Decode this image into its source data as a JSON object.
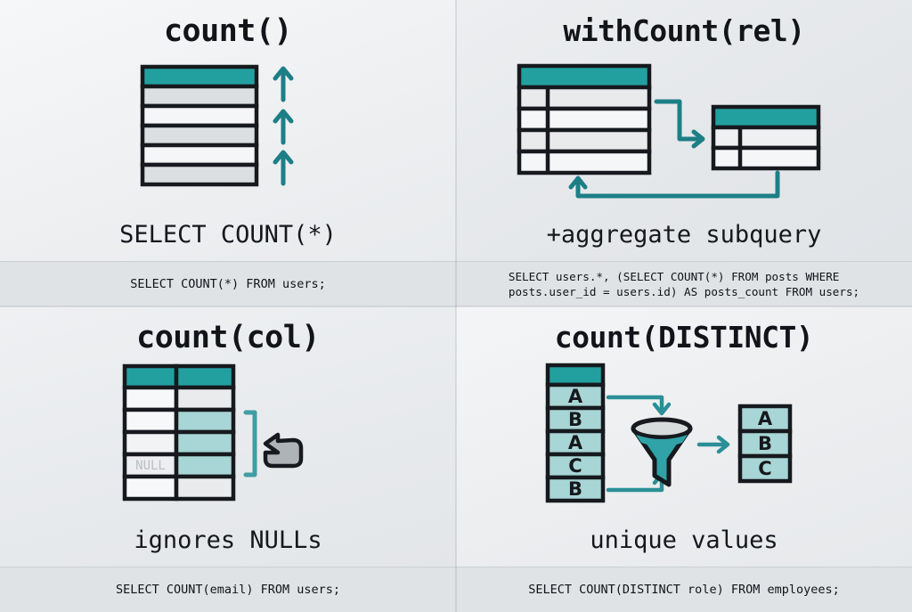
{
  "colors": {
    "teal_header": "#22a0a0",
    "teal_light": "#a8d5d5",
    "teal_arrow": "#1d7f86",
    "outline": "#16191d",
    "row_light": "#f4f6f7",
    "row_gray": "#dcdfe1",
    "panel_bg": "#eceef0",
    "codebar_bg": "#dfe3e5",
    "hand_gray": "#adb3b7",
    "null_text": "#b9bec2"
  },
  "panels": [
    {
      "id": "count-all",
      "title": "count()",
      "subtitle": "SELECT COUNT(*)",
      "code": "SELECT COUNT(*) FROM users;",
      "diagram": {
        "kind": "single-table-with-arrows",
        "table": {
          "header_row": true,
          "rows": [
            "",
            "",
            "",
            "",
            ""
          ],
          "row_fills": [
            "gray",
            "light",
            "gray",
            "light",
            "gray"
          ]
        },
        "arrows": {
          "count": 3,
          "direction": "up"
        }
      }
    },
    {
      "id": "with-count-rel",
      "title": "withCount(rel)",
      "subtitle": "+aggregate subquery",
      "code": "SELECT users.*, (SELECT COUNT(*) FROM posts WHERE\nposts.user_id = users.id) AS posts_count FROM users;",
      "diagram": {
        "kind": "two-tables-loop",
        "main_table": {
          "header_row": true,
          "body_rows": 4,
          "has_narrow_left_column": true
        },
        "sub_table": {
          "header_row": true,
          "body_rows": 2,
          "has_narrow_left_column": true
        },
        "arrows": [
          {
            "name": "main-to-sub",
            "direction": "right"
          },
          {
            "name": "sub-back-to-main",
            "direction": "up"
          }
        ]
      }
    },
    {
      "id": "count-col",
      "title": "count(col)",
      "subtitle": "ignores NULLs",
      "code": "SELECT COUNT(email) FROM users;",
      "diagram": {
        "kind": "two-column-table-null",
        "table": {
          "header_row": true,
          "columns": 2,
          "rows": [
            {
              "left": "",
              "right_fill": "light"
            },
            {
              "left": "",
              "right_fill": "teal"
            },
            {
              "left": "",
              "right_fill": "teal"
            },
            {
              "left": "NULL",
              "right_fill": "teal"
            },
            {
              "left": "",
              "right_fill": "light"
            }
          ]
        },
        "bracket": true,
        "cursor_icon": "pointing-hand-icon"
      }
    },
    {
      "id": "count-distinct",
      "title": "count(DISTINCT)",
      "subtitle": "unique values",
      "code": "SELECT COUNT(DISTINCT role) FROM employees;",
      "diagram": {
        "kind": "funnel-dedupe",
        "input_column": {
          "header_row": true,
          "values": [
            "A",
            "B",
            "A",
            "C",
            "B"
          ]
        },
        "filter_icon": "funnel-icon",
        "output_column": {
          "values": [
            "A",
            "B",
            "C"
          ]
        },
        "arrows": [
          {
            "name": "top-into-funnel",
            "direction": "down"
          },
          {
            "name": "bottom-into-funnel",
            "direction": "up"
          },
          {
            "name": "funnel-to-output",
            "direction": "right"
          }
        ]
      }
    }
  ]
}
